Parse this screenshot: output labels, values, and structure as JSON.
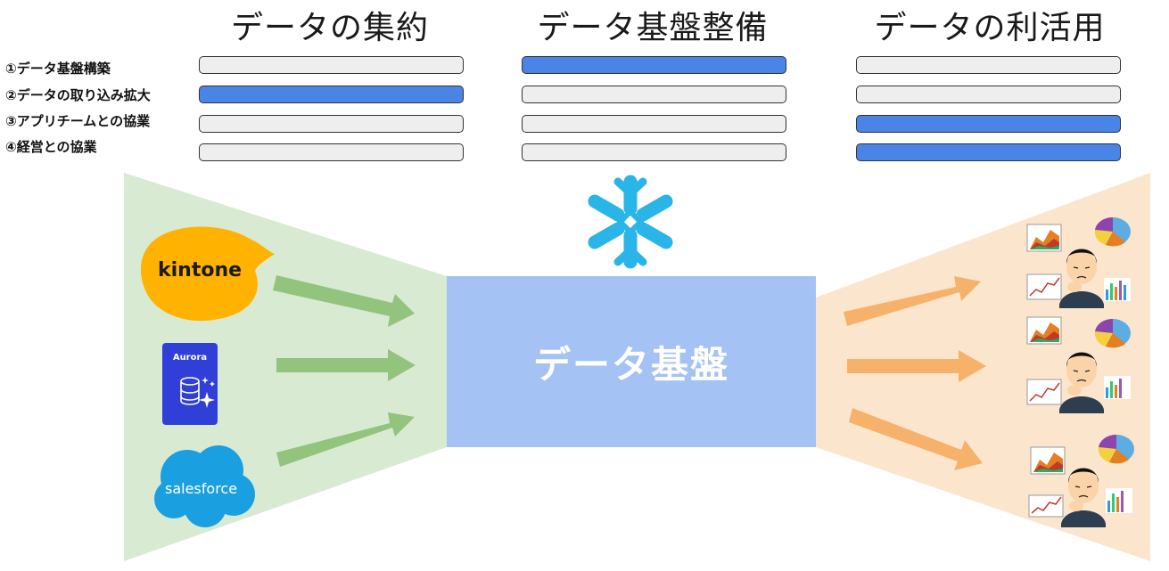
{
  "columns": [
    {
      "title": "データの集約",
      "highlighted_item": 2
    },
    {
      "title": "データ基盤整備",
      "highlighted_item": 1
    },
    {
      "title": "データの利活用",
      "highlighted_items": [
        3,
        4
      ]
    }
  ],
  "items": [
    {
      "label": "①データ基盤構築"
    },
    {
      "label": "②データの取り込み拡大"
    },
    {
      "label": "③アプリチームとの協業"
    },
    {
      "label": "④経営との協業"
    }
  ],
  "center": {
    "label": "データ基盤"
  },
  "sources": [
    {
      "name": "kintone",
      "label": "kintone",
      "color": "#ffb200"
    },
    {
      "name": "aurora",
      "label": "Aurora",
      "color": "#2f3fd8"
    },
    {
      "name": "salesforce",
      "label": "salesforce",
      "color": "#1a9fe0"
    }
  ],
  "colors": {
    "bar_on": "#4a84e6",
    "bar_off": "#eeeeee",
    "left_fan": "#d9ead3",
    "right_fan": "#fce5cd",
    "left_arrow": "#93c47d",
    "right_arrow": "#f6b26b",
    "platform": "#a4c2f4",
    "snowflake": "#29b5e8"
  },
  "icons": [
    "snowflake-icon",
    "kintone-logo",
    "aurora-database-icon",
    "salesforce-logo",
    "analyst-person-icon",
    "area-chart-icon",
    "pie-chart-icon",
    "line-chart-icon",
    "bar-chart-icon"
  ]
}
